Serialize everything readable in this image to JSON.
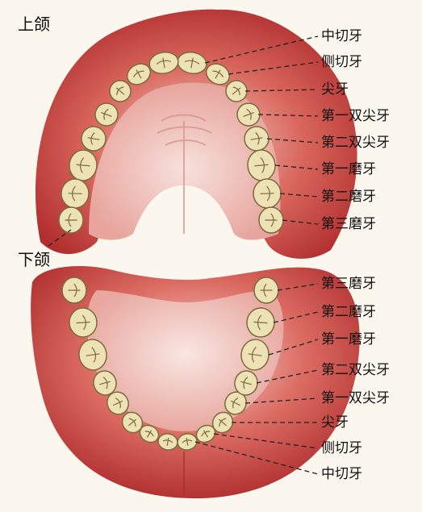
{
  "upper": {
    "title": "上颌",
    "labels": [
      "中切牙",
      "侧切牙",
      "尖牙",
      "第一双尖牙",
      "第二双尖牙",
      "第一磨牙",
      "第二磨牙",
      "第三磨牙"
    ]
  },
  "lower": {
    "title": "下颌",
    "labels": [
      "第三磨牙",
      "第二磨牙",
      "第一磨牙",
      "第二双尖牙",
      "第一双尖牙",
      "尖牙",
      "侧切牙",
      "中切牙"
    ]
  },
  "colors": {
    "background": "#fbf7ef",
    "gum": "#c8473f",
    "gum_dark": "#a8262a",
    "palate": "#f2c9c4",
    "tongue": "#f0c3bd",
    "tooth": "#ece2b6",
    "tooth_edge": "#7c6a3a",
    "leader": "#222222"
  }
}
